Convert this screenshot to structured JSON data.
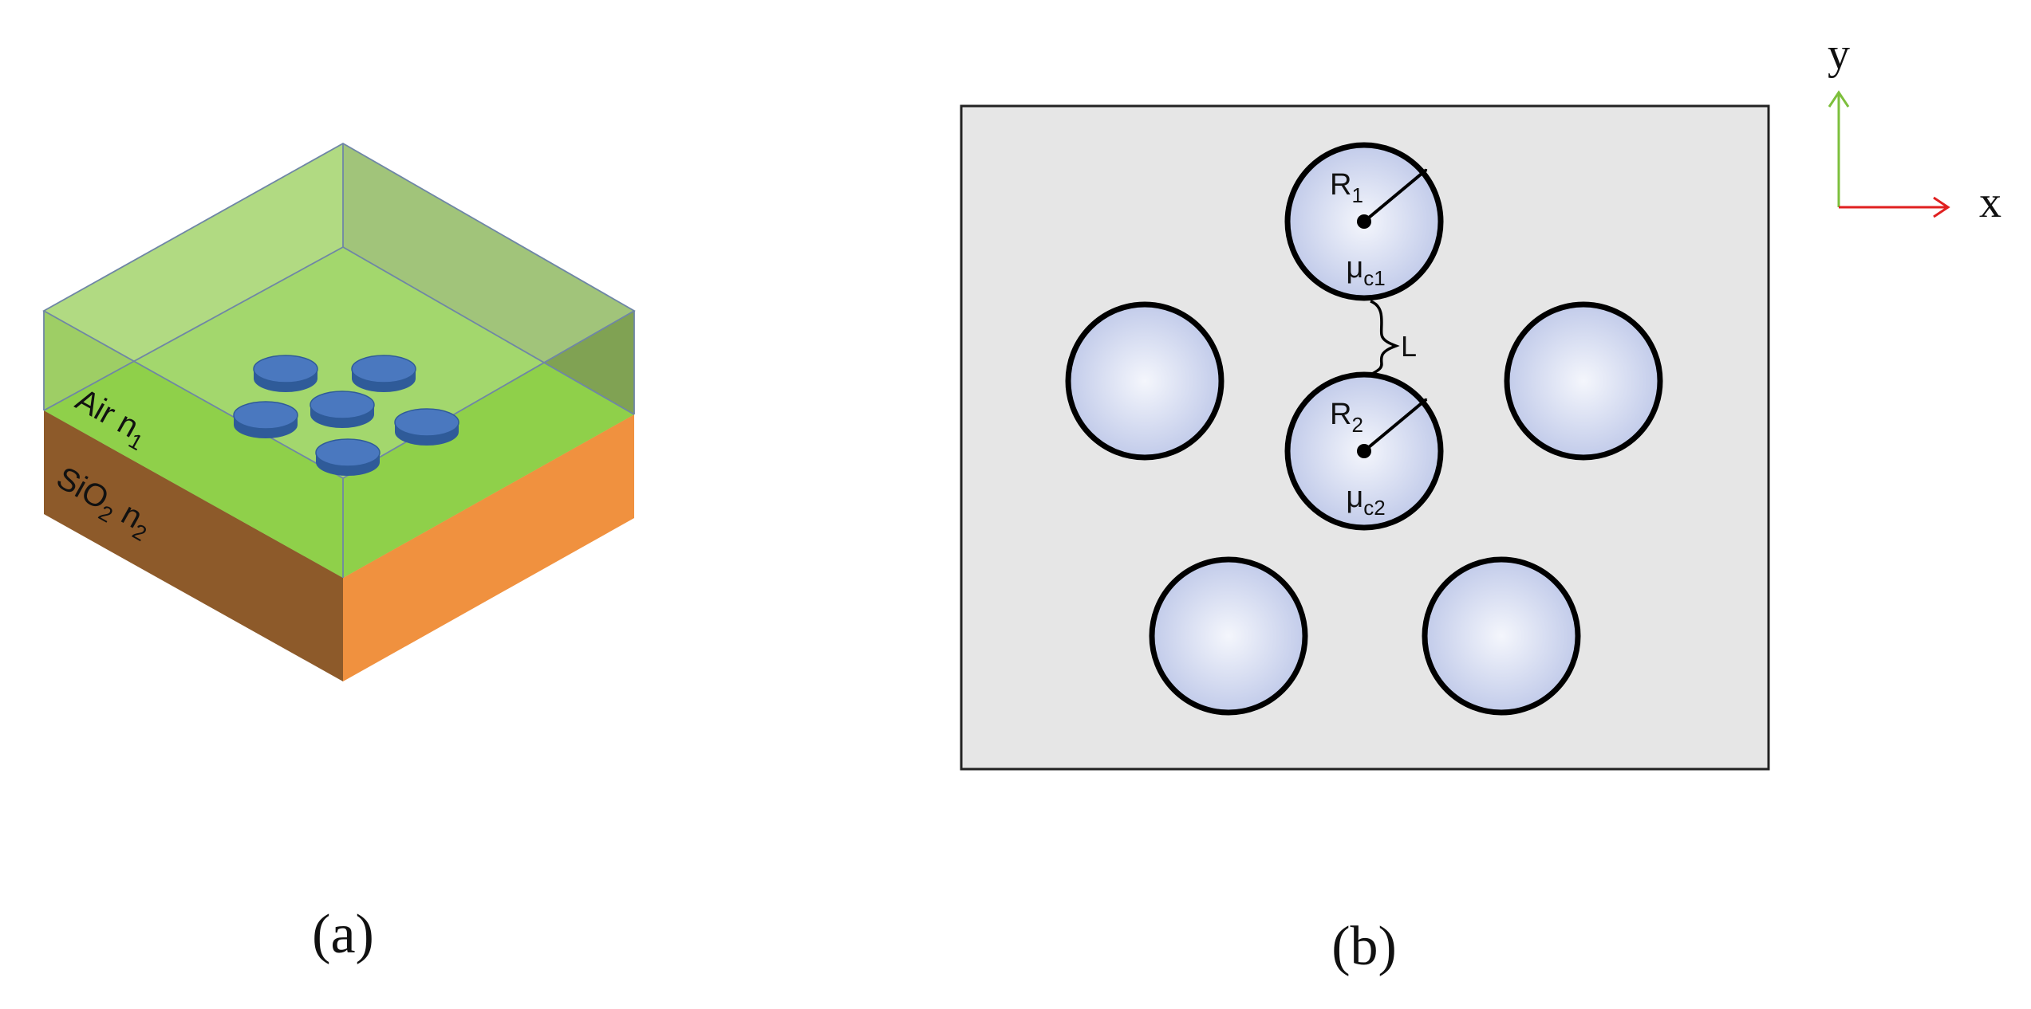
{
  "panel_a": {
    "label": "(a)",
    "air_layer": {
      "name": "Air",
      "index_symbol": "n",
      "index_sub": "1",
      "color": "#8cc63f"
    },
    "substrate": {
      "name_main": "SiO",
      "name_sub": "2",
      "index_symbol": "n",
      "index_sub": "2",
      "color": "#f0913f"
    },
    "disk_color": "#4a78bf"
  },
  "panel_b": {
    "label": "(b)",
    "background_color": "#e6e6e6",
    "cylinder_fill": "#c9d2ee",
    "cylinder_1": {
      "radius_symbol": "R",
      "radius_sub": "1",
      "potential_symbol": "μ",
      "potential_sub": "c1"
    },
    "cylinder_2": {
      "radius_symbol": "R",
      "radius_sub": "2",
      "potential_symbol": "μ",
      "potential_sub": "c2"
    },
    "gap_label": "L"
  },
  "axes": {
    "y_label": "y",
    "x_label": "x",
    "y_color": "#7dbf3c",
    "x_color": "#e02020"
  }
}
